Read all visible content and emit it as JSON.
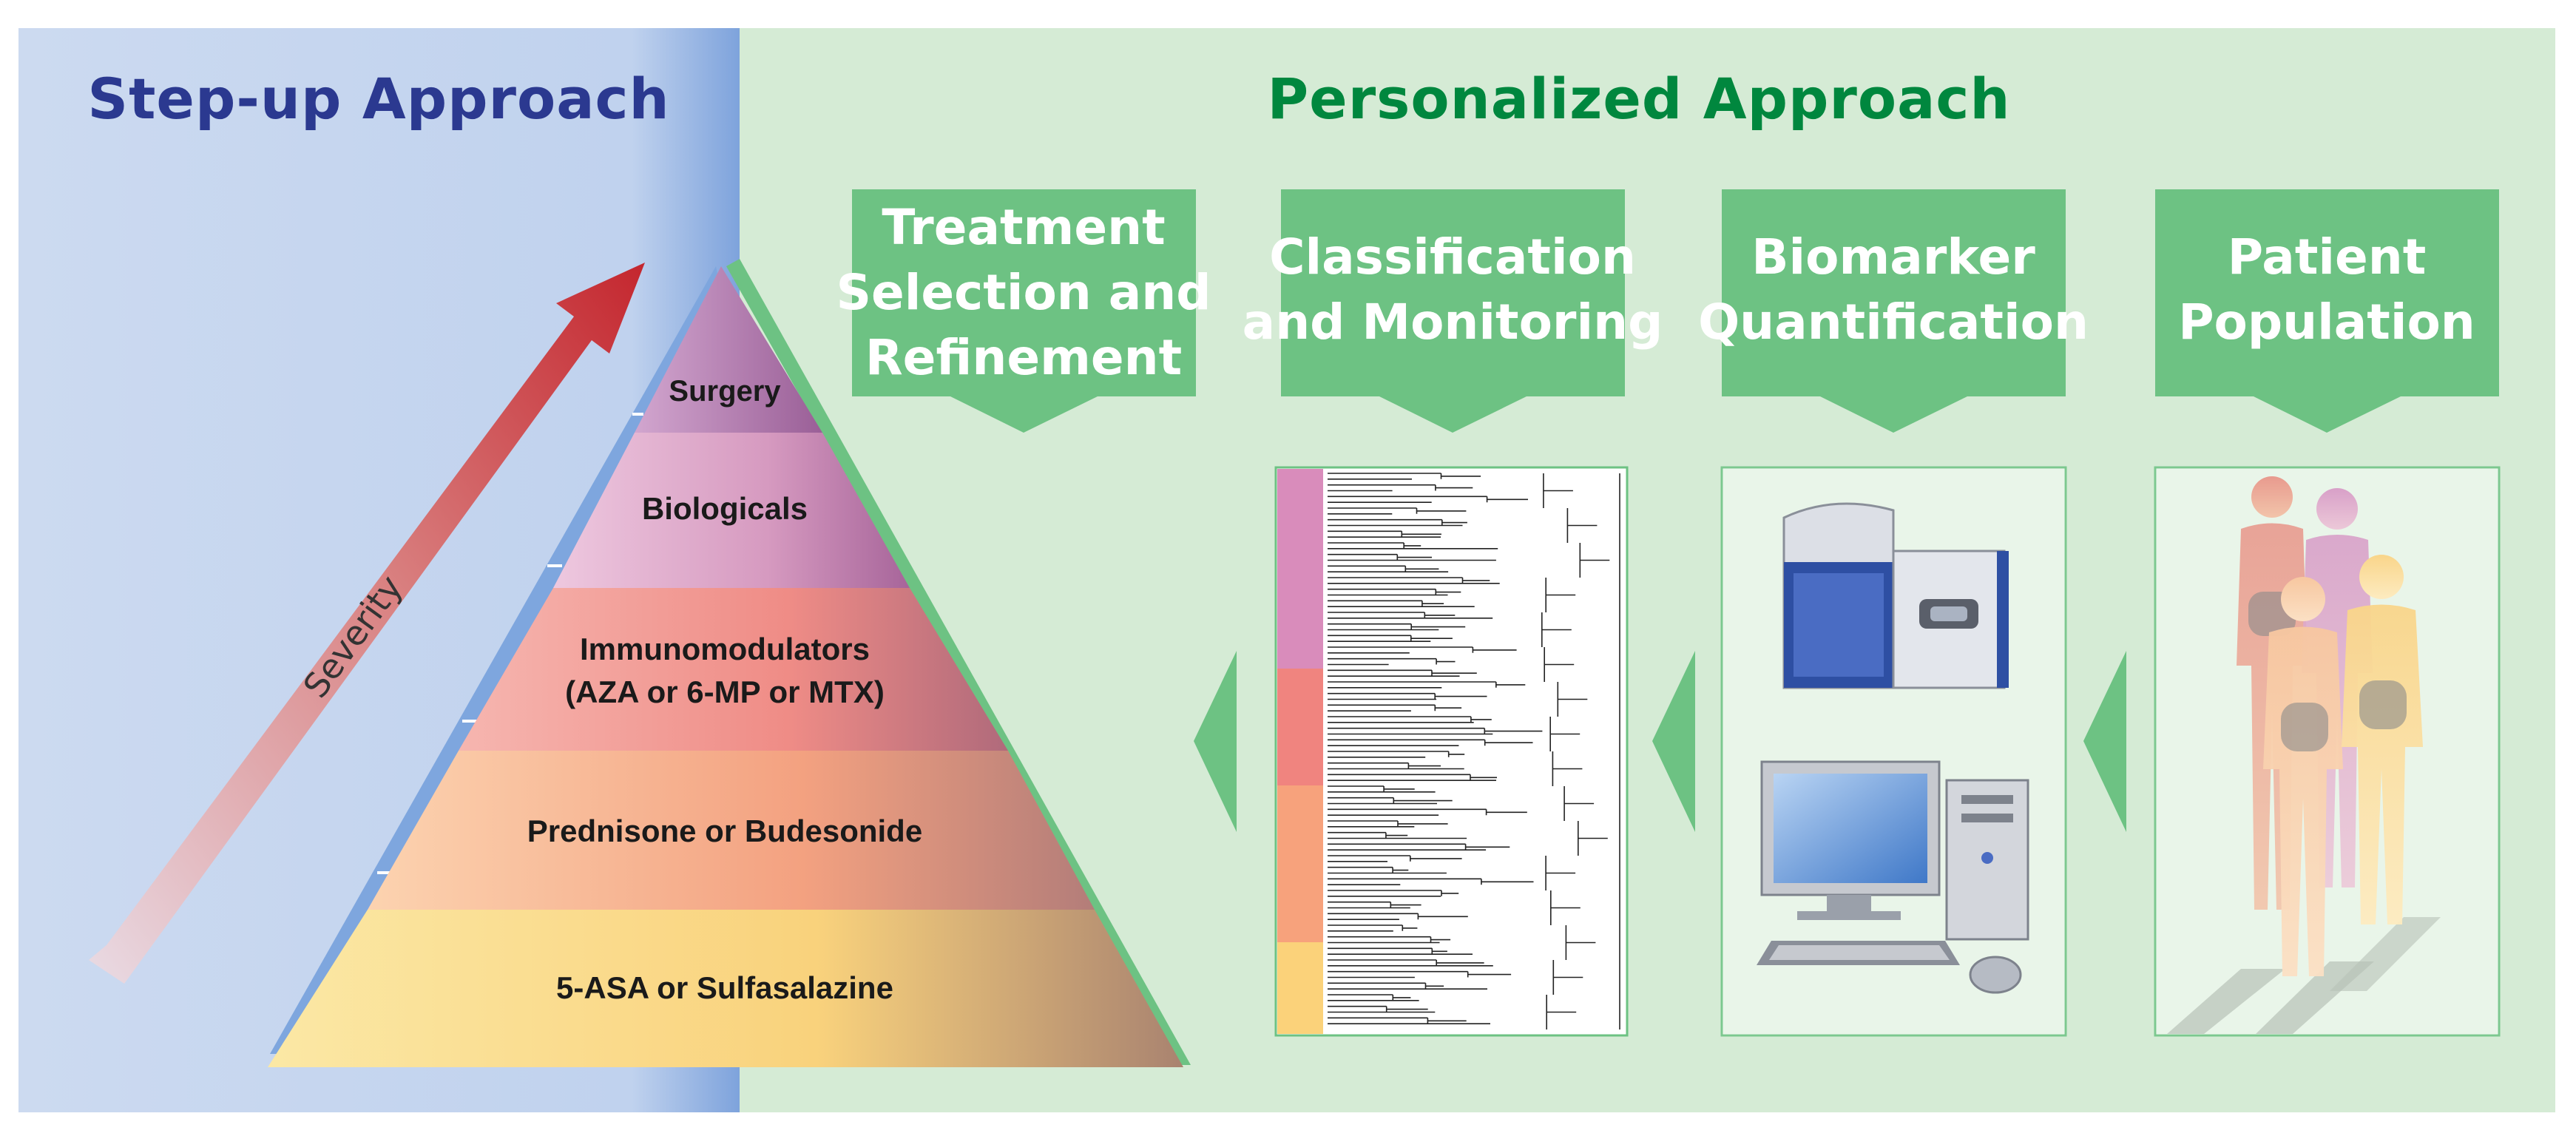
{
  "left_panel": {
    "title": "Step-up Approach",
    "arrow_label": "Severity",
    "pyramid_tiers": [
      {
        "label_lines": [
          "Surgery"
        ]
      },
      {
        "label_lines": [
          "Biologicals"
        ]
      },
      {
        "label_lines": [
          "Immunomodulators",
          "(AZA or 6-MP or MTX)"
        ]
      },
      {
        "label_lines": [
          "Prednisone or Budesonide"
        ]
      },
      {
        "label_lines": [
          "5-ASA or Sulfasalazine"
        ]
      }
    ]
  },
  "right_panel": {
    "title": "Personalized Approach",
    "steps": [
      {
        "label_lines": [
          "Treatment",
          "Selection and",
          "Refinement"
        ]
      },
      {
        "label_lines": [
          "Classification",
          "and Monitoring"
        ]
      },
      {
        "label_lines": [
          "Biomarker",
          "Quantification"
        ]
      },
      {
        "label_lines": [
          "Patient",
          "Population"
        ]
      }
    ]
  },
  "colors": {
    "left_bg": "#c7d6ef",
    "right_bg": "#d5ebd5",
    "left_title": "#2b3990",
    "right_title": "#00873e",
    "box_green": "#6dc283",
    "arrow_red": "#c4262e"
  },
  "icons": {
    "dendrogram": "cluster-dendrogram-icon",
    "instrument": "mass-spectrometer-icon",
    "computer": "desktop-computer-icon",
    "patients": "patient-group-icon"
  }
}
